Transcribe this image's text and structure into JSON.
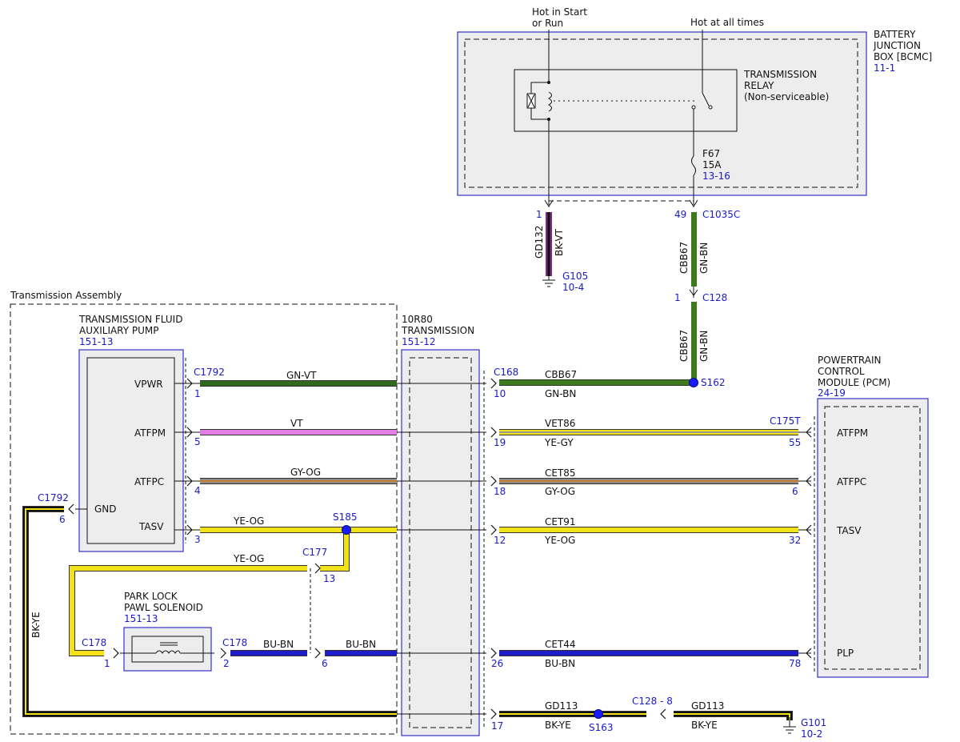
{
  "colors": {
    "GN-VT": [
      "#2e6b1f",
      "#2e6b1f"
    ],
    "VT": [
      "#e27ee2",
      "#e27ee2"
    ],
    "GY-OG": [
      "#8c8c8c",
      "#c9802a"
    ],
    "YE-OG": [
      "#f2e21a",
      "#f2e21a"
    ],
    "YE-GY": [
      "#f2e21a",
      "#9a9a9a"
    ],
    "BU-BN": [
      "#1e1ec8",
      "#1e1ec8"
    ],
    "BK-YE": [
      "#111111",
      "#f2e21a"
    ],
    "BK-VT": [
      "#111111",
      "#7a2a7a"
    ],
    "GN-BN": [
      "#3d7a1c",
      "#3d7a1c"
    ],
    "label_blue": "#1a1acc",
    "splice": "#1a1aff"
  },
  "sources": {
    "start_run": [
      "Hot in Start",
      "or Run"
    ],
    "hot_all": "Hot at all times"
  },
  "bjb": {
    "name": [
      "BATTERY",
      "JUNCTION",
      "BOX [BCMC]"
    ],
    "ref": "11-1",
    "relay": [
      "TRANSMISSION",
      "RELAY",
      "(Non-serviceable)"
    ],
    "fuse": [
      "F67",
      "15A"
    ],
    "fuse_ref": "13-16"
  },
  "top_wires": {
    "left_pin": "1",
    "left_circuit": "GD132",
    "left_color": "BK-VT",
    "ground_left": "G105",
    "ground_left_ref": "10-4",
    "right_pin": "49",
    "right_connector": "C1035C",
    "right_circuit": "CBB67",
    "right_color": "GN-BN",
    "inline_pin": "1",
    "inline_connector": "C128",
    "right_circuit2": "CBB67",
    "right_color2": "GN-BN"
  },
  "assembly": {
    "title": "Transmission Assembly",
    "pump": [
      "TRANSMISSION FLUID",
      "AUXILIARY PUMP"
    ],
    "pump_ref": "151-13",
    "pump_pins": [
      "VPWR",
      "ATFPM",
      "ATFPC",
      "TASV",
      "GND"
    ],
    "transmission": [
      "10R80",
      "TRANSMISSION"
    ],
    "transmission_ref": "151-12",
    "solenoid": [
      "PARK LOCK",
      "PAWL SOLENOID"
    ],
    "solenoid_ref": "151-13"
  },
  "pcm": {
    "name": [
      "POWERTRAIN",
      "CONTROL",
      "MODULE (PCM)"
    ],
    "ref": "24-19",
    "pins": [
      "ATFPM",
      "ATFPC",
      "TASV",
      "PLP"
    ]
  },
  "connectors": {
    "c1792": "C1792",
    "c168": "C168",
    "c175t": "C175T",
    "c177": "C177",
    "c178": "C178",
    "c128_8": "C128  -  8"
  },
  "pins": {
    "pump_vpwr": "1",
    "pump_atfpm": "5",
    "pump_atfpc": "4",
    "pump_tasv": "3",
    "pump_gnd": "6",
    "c168_10": "10",
    "c168_19": "19",
    "c168_18": "18",
    "c168_12": "12",
    "c168_26": "26",
    "c168_17": "17",
    "pcm_55": "55",
    "pcm_6": "6",
    "pcm_32": "32",
    "pcm_78": "78",
    "c177_13": "13",
    "sol_1": "1",
    "sol_2": "2",
    "c178_6": "6"
  },
  "wires": {
    "vpwr_left": "GN-VT",
    "atfpm_left": "VT",
    "atfpc_left": "GY-OG",
    "tasv_left": "YE-OG",
    "loop": "YE-OG",
    "sol_mid": "BU-BN",
    "sol_right": "BU-BN",
    "gnd_vertical": "BK-YE",
    "r_vpwr_circuit": "CBB67",
    "r_vpwr_color": "GN-BN",
    "r_atfpm_circuit": "VET86",
    "r_atfpm_color": "YE-GY",
    "r_atfpc_circuit": "CET85",
    "r_atfpc_color": "GY-OG",
    "r_tasv_circuit": "CET91",
    "r_tasv_color": "YE-OG",
    "r_plp_circuit": "CET44",
    "r_plp_color": "BU-BN",
    "r_gnd_circuit": "GD113",
    "r_gnd_color": "BK-YE",
    "r_gnd2_circuit": "GD113",
    "r_gnd2_color": "BK-YE"
  },
  "splices": {
    "s162": "S162",
    "s185": "S185",
    "s163": "S163"
  },
  "ground": {
    "name": "G101",
    "ref": "10-2"
  }
}
